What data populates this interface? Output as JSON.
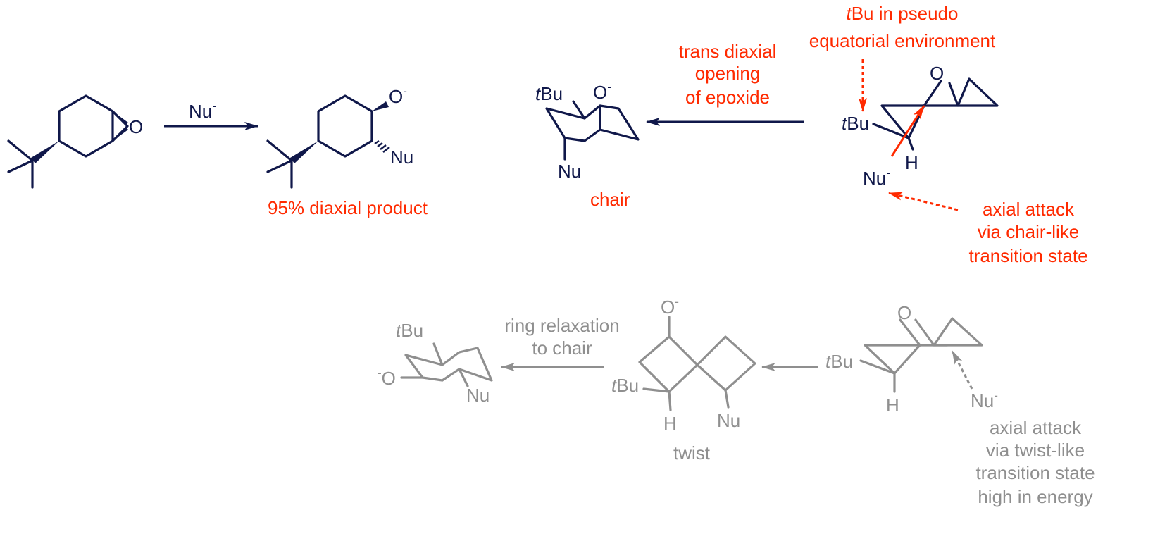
{
  "colors": {
    "navy": "#10184a",
    "red": "#ff2a00",
    "grey": "#8f8f8f"
  },
  "top": {
    "reactant_O": "O",
    "reagent_base": "Nu",
    "reagent_sup": "-",
    "product_O": "O",
    "product_O_sup": "-",
    "product_Nu": "Nu",
    "yield_text": "95% diaxial product",
    "chair_tBu_t": "t",
    "chair_tBu_rest": "Bu",
    "chair_O": "O",
    "chair_O_sup": "-",
    "chair_Nu": "Nu",
    "chair_label": "chair",
    "opening_lines": [
      "trans diaxial",
      "opening",
      "of epoxide"
    ],
    "tbu_note_t": "t",
    "tbu_note_line1_rest": "Bu in pseudo",
    "tbu_note_line2": "equatorial environment",
    "ts_O": "O",
    "ts_tBu_t": "t",
    "ts_tBu_rest": "Bu",
    "ts_H": "H",
    "ts_Nu": "Nu",
    "ts_Nu_sup": "-",
    "attack_lines": [
      "axial attack",
      "via chair-like",
      "transition state"
    ]
  },
  "bottom": {
    "chair_tBu_t": "t",
    "chair_tBu_rest": "Bu",
    "chair_O_sup": "-",
    "chair_O": "O",
    "chair_Nu": "Nu",
    "relax_lines": [
      "ring relaxation",
      "to chair"
    ],
    "twist_O": "O",
    "twist_O_sup": "-",
    "twist_tBu_t": "t",
    "twist_tBu_rest": "Bu",
    "twist_H": "H",
    "twist_Nu": "Nu",
    "twist_label": "twist",
    "ts_O": "O",
    "ts_tBu_t": "t",
    "ts_tBu_rest": "Bu",
    "ts_H": "H",
    "ts_Nu": "Nu",
    "ts_Nu_sup": "-",
    "attack_lines": [
      "axial attack",
      "via twist-like",
      "transition state",
      "high in energy"
    ]
  }
}
